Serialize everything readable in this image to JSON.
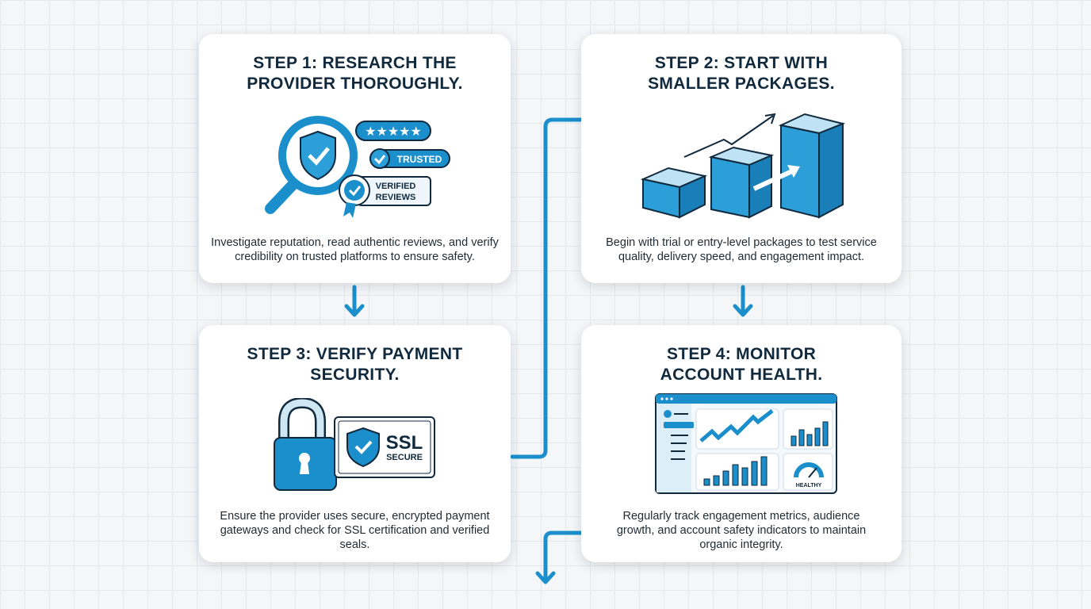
{
  "colors": {
    "accent": "#1a8fcc",
    "title": "#10293d",
    "background": "#f4f6f8"
  },
  "steps": [
    {
      "title_line1": "STEP 1: RESEARCH THE",
      "title_line2": "PROVIDER THOROUGHLY.",
      "description": "Investigate reputation, read authentic reviews, and verify credibility on trusted platforms to ensure safety.",
      "icon": "magnifier-shield-reviews",
      "badges": {
        "trusted": "TRUSTED",
        "verified1": "VERIFIED",
        "verified2": "REVIEWS"
      }
    },
    {
      "title_line1": "STEP 2: START WITH",
      "title_line2": "SMALLER PACKAGES.",
      "description": "Begin with trial or entry-level packages to test service quality, delivery speed, and engagement impact.",
      "icon": "growing-boxes"
    },
    {
      "title_line1": "STEP 3: VERIFY PAYMENT",
      "title_line2": "SECURITY.",
      "description": "Ensure the provider uses secure, encrypted payment gateways and check for SSL certification and verified seals.",
      "icon": "padlock-ssl",
      "badges": {
        "ssl": "SSL",
        "secure": "SECURE"
      }
    },
    {
      "title_line1": "STEP 4: MONITOR",
      "title_line2": "ACCOUNT HEALTH.",
      "description": "Regularly track engagement metrics, audience growth, and account safety indicators to maintain organic integrity.",
      "icon": "dashboard",
      "badges": {
        "healthy": "HEALTHY"
      }
    }
  ]
}
